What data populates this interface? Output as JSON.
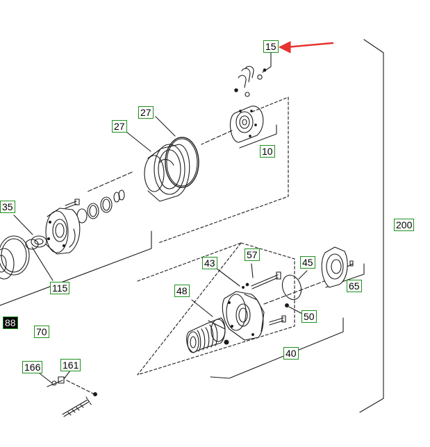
{
  "colors": {
    "callout_border": "#1a8f1a",
    "line": "#1a1a1a",
    "pointer_arrow": "#e8332f",
    "highlight_callout_bg": "#000000"
  },
  "callouts": [
    {
      "id": "c15",
      "label": "15"
    },
    {
      "id": "c27a",
      "label": "27"
    },
    {
      "id": "c27b",
      "label": "27"
    },
    {
      "id": "c10",
      "label": "10"
    },
    {
      "id": "c200",
      "label": "200"
    },
    {
      "id": "c35",
      "label": "35"
    },
    {
      "id": "c115",
      "label": "115"
    },
    {
      "id": "c88",
      "label": "88"
    },
    {
      "id": "c70",
      "label": "70"
    },
    {
      "id": "c57",
      "label": "57"
    },
    {
      "id": "c43",
      "label": "43"
    },
    {
      "id": "c45",
      "label": "45"
    },
    {
      "id": "c65",
      "label": "65"
    },
    {
      "id": "c48",
      "label": "48"
    },
    {
      "id": "c50",
      "label": "50"
    },
    {
      "id": "c40",
      "label": "40"
    },
    {
      "id": "c166",
      "label": "166"
    },
    {
      "id": "c161",
      "label": "161"
    }
  ]
}
